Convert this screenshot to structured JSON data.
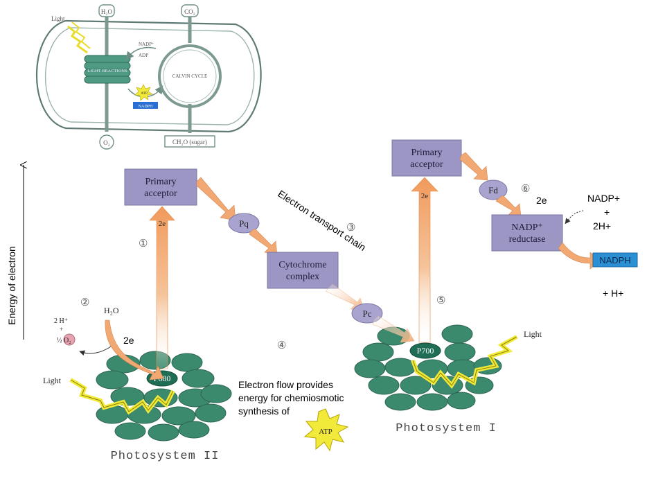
{
  "inset": {
    "light": "Light",
    "h2o": "H₂O",
    "co2": "CO₂",
    "nadp": "NADP⁺",
    "adp": "ADP",
    "light_reactions": "LIGHT REACTIONS",
    "atp": "ATP",
    "nadph": "NADPH",
    "calvin_cycle": "CALVIN CYCLE",
    "o2": "O₂",
    "ch2o": "CH₂O (sugar)"
  },
  "axis": {
    "ylabel": "Energy of electron"
  },
  "ps2": {
    "primary_acceptor_line1": "Primary",
    "primary_acceptor_line2": "acceptor",
    "electrons": "2e",
    "step1": "①",
    "step2": "②",
    "h2o": "H₂O",
    "two_h": "2 H⁺",
    "plus": "+",
    "half_o2": "½ O₂",
    "electrons_from_water": "2e",
    "light": "Light",
    "reaction_center": "P680",
    "title": "Photosystem II"
  },
  "etc": {
    "pq": "Pq",
    "label": "Electron transport chain",
    "step3": "③",
    "cyt_line1": "Cytochrome",
    "cyt_line2": "complex",
    "pc": "Pc",
    "step4": "④"
  },
  "chemiosmosis": {
    "line1": "Electron flow provides",
    "line2": "energy for chemiosmotic",
    "line3": "synthesis of",
    "atp": "ATP"
  },
  "ps1": {
    "primary_acceptor_line1": "Primary",
    "primary_acceptor_line2": "acceptor",
    "electrons": "2e",
    "step5": "⑤",
    "reaction_center": "P700",
    "light": "Light",
    "title": "Photosystem I"
  },
  "nadp_stage": {
    "fd": "Fd",
    "step6": "⑥",
    "electrons": "2e",
    "nadp_plus": "NADP+",
    "plus": "+",
    "two_h": "2H+",
    "reductase_line1": "NADP⁺",
    "reductase_line2": "reductase",
    "nadph": "NADPH",
    "plus_h": "+ H+"
  },
  "colors": {
    "box_fill": "#9b96c4",
    "oval_fill": "#a8a3cf",
    "arrow_fill": "#f2a873",
    "disk_fill": "#3c8a6e",
    "lightning": "#f2ea3a",
    "nadph_fill": "#2a8fd3"
  }
}
